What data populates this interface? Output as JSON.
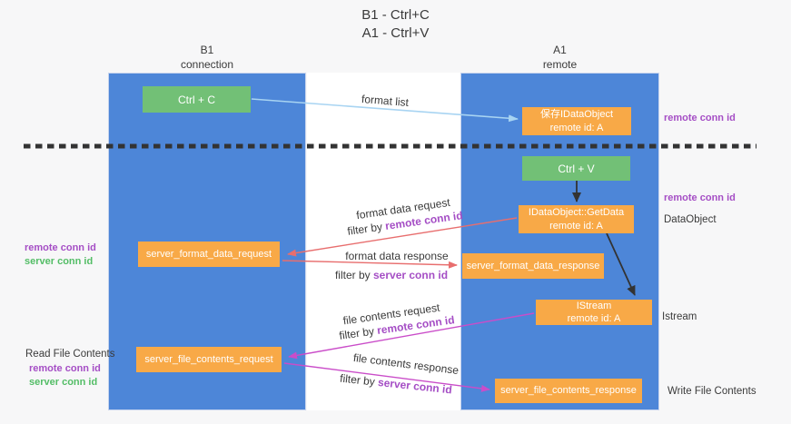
{
  "title": {
    "line1": "B1 - Ctrl+C",
    "line2": "A1 - Ctrl+V"
  },
  "lanes": {
    "left": {
      "name": "B1",
      "subtitle": "connection"
    },
    "right": {
      "name": "A1",
      "subtitle": "remote"
    }
  },
  "nodes": {
    "ctrl_c": {
      "label": "Ctrl + C"
    },
    "ctrl_v": {
      "label": "Ctrl + V"
    },
    "save_idataobject": {
      "line1": "保存IDataObject",
      "line2": "remote id: A"
    },
    "idataobject_getdata": {
      "line1": "IDataObject::GetData",
      "line2": "remote id: A"
    },
    "istream": {
      "line1": "IStream",
      "line2": "remote id: A"
    },
    "server_format_data_request": {
      "label": "server_format_data_request"
    },
    "server_format_data_response": {
      "label": "server_format_data_response"
    },
    "server_file_contents_request": {
      "label": "server_file_contents_request"
    },
    "server_file_contents_response": {
      "label": "server_file_contents_response"
    }
  },
  "arrow_labels": {
    "format_list": "format list",
    "format_data_request": "format data request",
    "format_data_response": "format data response",
    "file_contents_request": "file contents request",
    "file_contents_response": "file contents response",
    "filter_by": "filter by",
    "remote_conn_id": "remote conn id",
    "server_conn_id": "server conn id"
  },
  "side_labels": {
    "remote_conn_id": "remote conn id",
    "server_conn_id": "server conn id",
    "dataobject": "DataObject",
    "istream": "Istream",
    "read_file_contents": "Read File Contents",
    "write_file_contents": "Write File Contents"
  },
  "colors": {
    "page_bg": "#f7f7f8",
    "gutter_white": "#ffffff",
    "lane_blue": "#4d86d8",
    "lane_border": "#c7d4ee",
    "node_orange": "#f8a947",
    "node_green": "#72c076",
    "arrow_lightblue": "#a8d4f2",
    "arrow_red": "#e86e6e",
    "arrow_magenta": "#ca4dc9",
    "purple_text": "#a54ec5",
    "green_text": "#53bd66",
    "dark_text": "#3a3a3a",
    "dash_color": "#333333"
  }
}
